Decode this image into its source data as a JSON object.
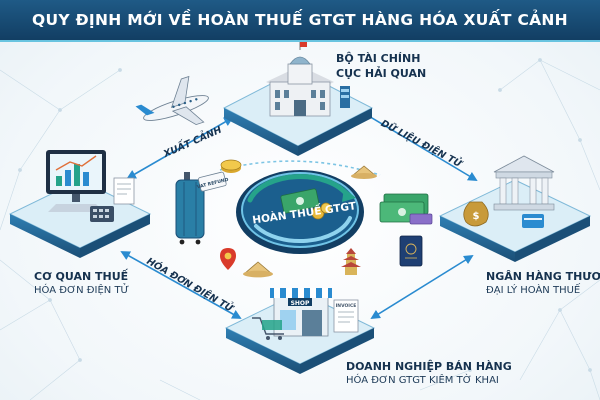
{
  "title": "QUY ĐỊNH MỚI VỀ HOÀN THUẾ GTGT HÀNG HÓA XUẤT CẢNH",
  "center_badge": "HOÀN THUẾ GTGT",
  "nodes": {
    "top": {
      "line1": "BỘ TÀI CHÍNH",
      "line2": "CỤC HẢI QUAN"
    },
    "left": {
      "line1": "CƠ QUAN THUẾ",
      "line2": "HÓA ĐƠN ĐIỆN TỬ"
    },
    "right": {
      "line1": "NGÂN HÀNG THƯƠNG",
      "line2": "ĐẠI LÝ HOÀN THUẾ"
    },
    "bottom": {
      "line1": "DOANH NGHIỆP BÁN HÀNG",
      "line2": "HÓA ĐƠN GTGT KIÊM TỜ KHAI"
    }
  },
  "flows": {
    "export": "XUẤT CẢNH",
    "e_data": "DỮ LIỆU ĐIỆN TỬ",
    "e_invoice": "HÓA ĐƠN ĐIỆN TỬ"
  },
  "icons": {
    "tag": "VAT REFUND",
    "shop": "SHOP",
    "invoice": "INVOICE"
  },
  "colors": {
    "title_bg": "#123e63",
    "platform": "#2b6f9e",
    "platform_top": "#dbeef7",
    "arrow": "#2a8bd0",
    "accent": "#25a38a"
  }
}
